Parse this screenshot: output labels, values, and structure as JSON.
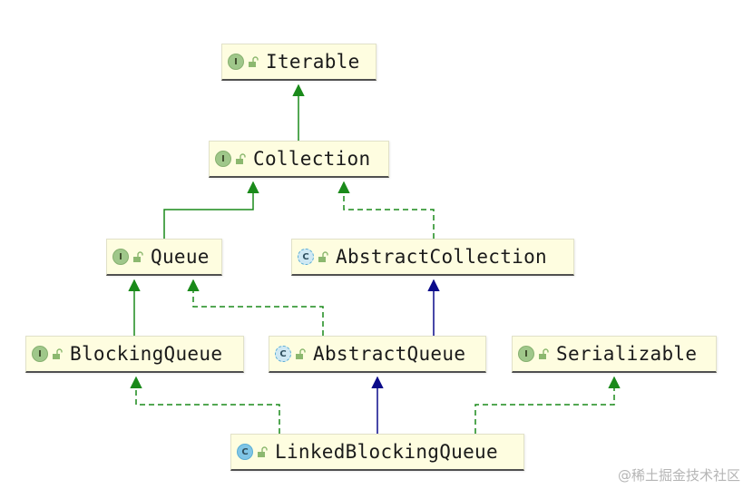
{
  "nodes": {
    "iterable": {
      "label": "Iterable",
      "kind": "interface",
      "badge": "I"
    },
    "collection": {
      "label": "Collection",
      "kind": "interface",
      "badge": "I"
    },
    "queue": {
      "label": "Queue",
      "kind": "interface",
      "badge": "I"
    },
    "abstract_collection": {
      "label": "AbstractCollection",
      "kind": "abstract-class",
      "badge": "C"
    },
    "blocking_queue": {
      "label": "BlockingQueue",
      "kind": "interface",
      "badge": "I"
    },
    "abstract_queue": {
      "label": "AbstractQueue",
      "kind": "abstract-class",
      "badge": "C"
    },
    "serializable": {
      "label": "Serializable",
      "kind": "interface",
      "badge": "I"
    },
    "linked_blocking_queue": {
      "label": "LinkedBlockingQueue",
      "kind": "class",
      "badge": "C"
    }
  },
  "edges": [
    {
      "from": "Collection",
      "to": "Iterable",
      "type": "extends",
      "style": "solid",
      "color": "#1a8a1a"
    },
    {
      "from": "Queue",
      "to": "Collection",
      "type": "extends",
      "style": "solid",
      "color": "#1a8a1a"
    },
    {
      "from": "AbstractCollection",
      "to": "Collection",
      "type": "implements",
      "style": "dashed",
      "color": "#1a8a1a"
    },
    {
      "from": "BlockingQueue",
      "to": "Queue",
      "type": "extends",
      "style": "solid",
      "color": "#1a8a1a"
    },
    {
      "from": "AbstractQueue",
      "to": "Queue",
      "type": "implements",
      "style": "dashed",
      "color": "#1a8a1a"
    },
    {
      "from": "AbstractQueue",
      "to": "AbstractCollection",
      "type": "extends",
      "style": "solid",
      "color": "#0a0a8a"
    },
    {
      "from": "LinkedBlockingQueue",
      "to": "BlockingQueue",
      "type": "implements",
      "style": "dashed",
      "color": "#1a8a1a"
    },
    {
      "from": "LinkedBlockingQueue",
      "to": "AbstractQueue",
      "type": "extends",
      "style": "solid",
      "color": "#0a0a8a"
    },
    {
      "from": "LinkedBlockingQueue",
      "to": "Serializable",
      "type": "implements",
      "style": "dashed",
      "color": "#1a8a1a"
    }
  ],
  "colors": {
    "interface_arrow": "#1a8a1a",
    "class_arrow": "#0a0a8a",
    "node_fill": "#fefde0",
    "interface_badge": "#9fc78a",
    "class_badge": "#80c5e6"
  },
  "watermark": "@稀土掘金技术社区"
}
